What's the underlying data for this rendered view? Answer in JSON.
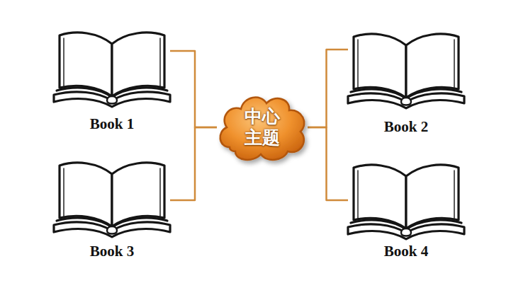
{
  "diagram": {
    "nodes": [
      {
        "text": [
          "Book 1"
        ]
      },
      {
        "text": [
          "中心 主题"
        ]
      },
      {
        "text": [
          "Book 2"
        ]
      },
      {
        "text": [
          "Book 3"
        ]
      },
      {
        "text": [
          "Book 4"
        ]
      }
    ],
    "edges": [
      {
        "from": 1,
        "to": 0,
        "arrow": "none"
      },
      {
        "from": 1,
        "to": 3,
        "arrow": "none"
      },
      {
        "from": 1,
        "to": 2,
        "arrow": "none"
      },
      {
        "from": 1,
        "to": 4,
        "arrow": "none"
      }
    ]
  }
}
